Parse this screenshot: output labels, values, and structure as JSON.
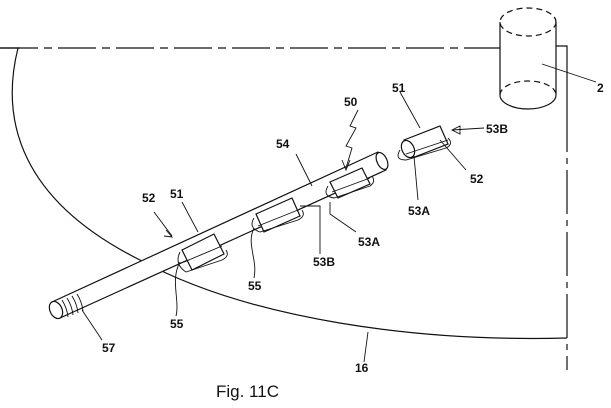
{
  "figure": {
    "caption": "Fig. 11C",
    "labels": {
      "tank": "2",
      "surface": "16",
      "assembly": "50",
      "clip_main_left": "51",
      "clip_detached": "51",
      "arrow_52_left": "52",
      "arrow_52_detached": "52",
      "rod": "54",
      "notch_left": "55",
      "notch_mid": "55",
      "grip": "57",
      "53B_mid": "53B",
      "53A_mid": "53A",
      "53A_detached": "53A",
      "53B_detached": "53B"
    }
  }
}
